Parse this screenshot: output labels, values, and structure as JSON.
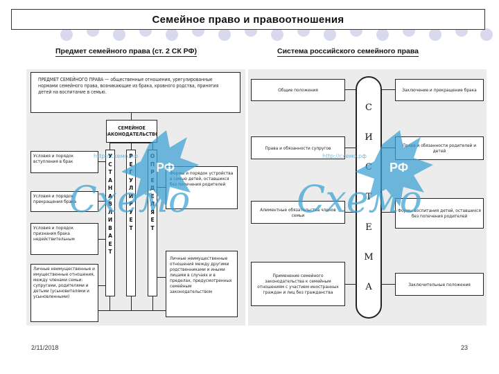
{
  "slide": {
    "title": "Семейное право и правоотношения",
    "date": "2/11/2018",
    "page_number": "23"
  },
  "left_panel": {
    "heading": "Предмет семейного права (ст. 2 СК РФ)",
    "subject_box": "ПРЕДМЕТ СЕМЕЙНОГО ПРАВА — общественные отношения, урегулированные нормами семейного права, возникающие из брака, кровного родства, принятия детей на воспитание в семью.",
    "legislation_box": "СЕМЕЙНОЕ ЗАКОНОДАТЕЛЬСТВО",
    "verb_columns": [
      [
        "У",
        "С",
        "Т",
        "А",
        "Н",
        "А",
        "В",
        "Л",
        "И",
        "В",
        "А",
        "Е",
        "Т"
      ],
      [
        "Р",
        "Е",
        "Г",
        "У",
        "Л",
        "И",
        "Р",
        "У",
        "Е",
        "Т"
      ],
      [
        "О",
        "П",
        "Р",
        "Е",
        "Д",
        "Е",
        "Л",
        "Я",
        "Е",
        "Т"
      ]
    ],
    "left_boxes": [
      "Условия и порядок вступления в брак",
      "Условия и порядок прекращения брака",
      "Условия и порядок признания брака недействительным",
      "Личные неимущественные и имущественные отношения, между членами семьи: супругами, родителями и детьми (усыновителями и усыновленными)"
    ],
    "right_boxes": [
      "Формы и порядок устройства в семью детей, оставшихся без попечения родителей",
      "Личные неимущественные отношения между другими родственниками и иными лицами в случаях и в пределах, предусмотренных семейным законодательством"
    ]
  },
  "right_panel": {
    "heading": "Система российского семейного права",
    "center_word": [
      "С",
      "И",
      "С",
      "Т",
      "Е",
      "М",
      "А"
    ],
    "left_boxes": [
      "Общие положения",
      "Права и обязанности супругов",
      "Алиментные обязательства членов семьи",
      "Применение семейного законодательства к семейным отношениям с участием иностранных граждан и лиц без гражданства"
    ],
    "right_boxes": [
      "Заключение и прекращение брака",
      "Права и обязанности родителей и детей",
      "Формы воспитания детей, оставшихся без попечения родителей",
      "Заключительные положения"
    ]
  },
  "watermark": {
    "url": "http://схемо.рф",
    "badge": "РФ",
    "word": "Схемо"
  },
  "colors": {
    "deco_dots": "#d9d9ee",
    "watermark": "#3aa0d4",
    "border": "#222222"
  }
}
